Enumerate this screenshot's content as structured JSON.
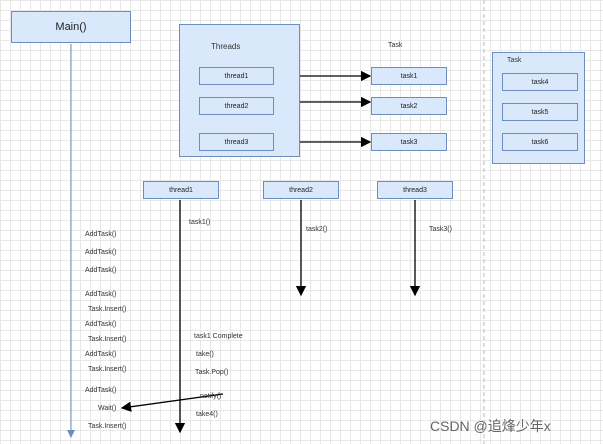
{
  "main": {
    "title": "Main()"
  },
  "threads_panel": {
    "title": "Threads",
    "threads": [
      "thread1",
      "thread2",
      "thread3"
    ]
  },
  "task_header": "Task",
  "tasks": [
    "task1",
    "task2",
    "task3"
  ],
  "task_panel": {
    "title": "Task",
    "items": [
      "task4",
      "task5",
      "task6"
    ]
  },
  "lifelines": [
    "thread1",
    "thread2",
    "thread3"
  ],
  "lifeline_labels": {
    "t1_task": "task1()",
    "t2_task": "task2()",
    "t3_task": "Task3()",
    "complete": "task1 Complete",
    "take": "take()",
    "pop": "Task.Pop()",
    "notify": "notify()",
    "take4": "take4()"
  },
  "main_calls": [
    "AddTask()",
    "AddTask()",
    "AddTask()",
    "AddTask()",
    "Task.Insert()",
    "AddTask()",
    "Task.Insert()",
    "AddTask()",
    "Task.Insert()",
    "AddTask()",
    "Wait()",
    "Task.Insert()"
  ],
  "watermark": "CSDN @追烽少年x",
  "colors": {
    "box_fill": "#dae8fc",
    "box_border": "#6c8ebf",
    "main_line": "#6c8ebf"
  }
}
